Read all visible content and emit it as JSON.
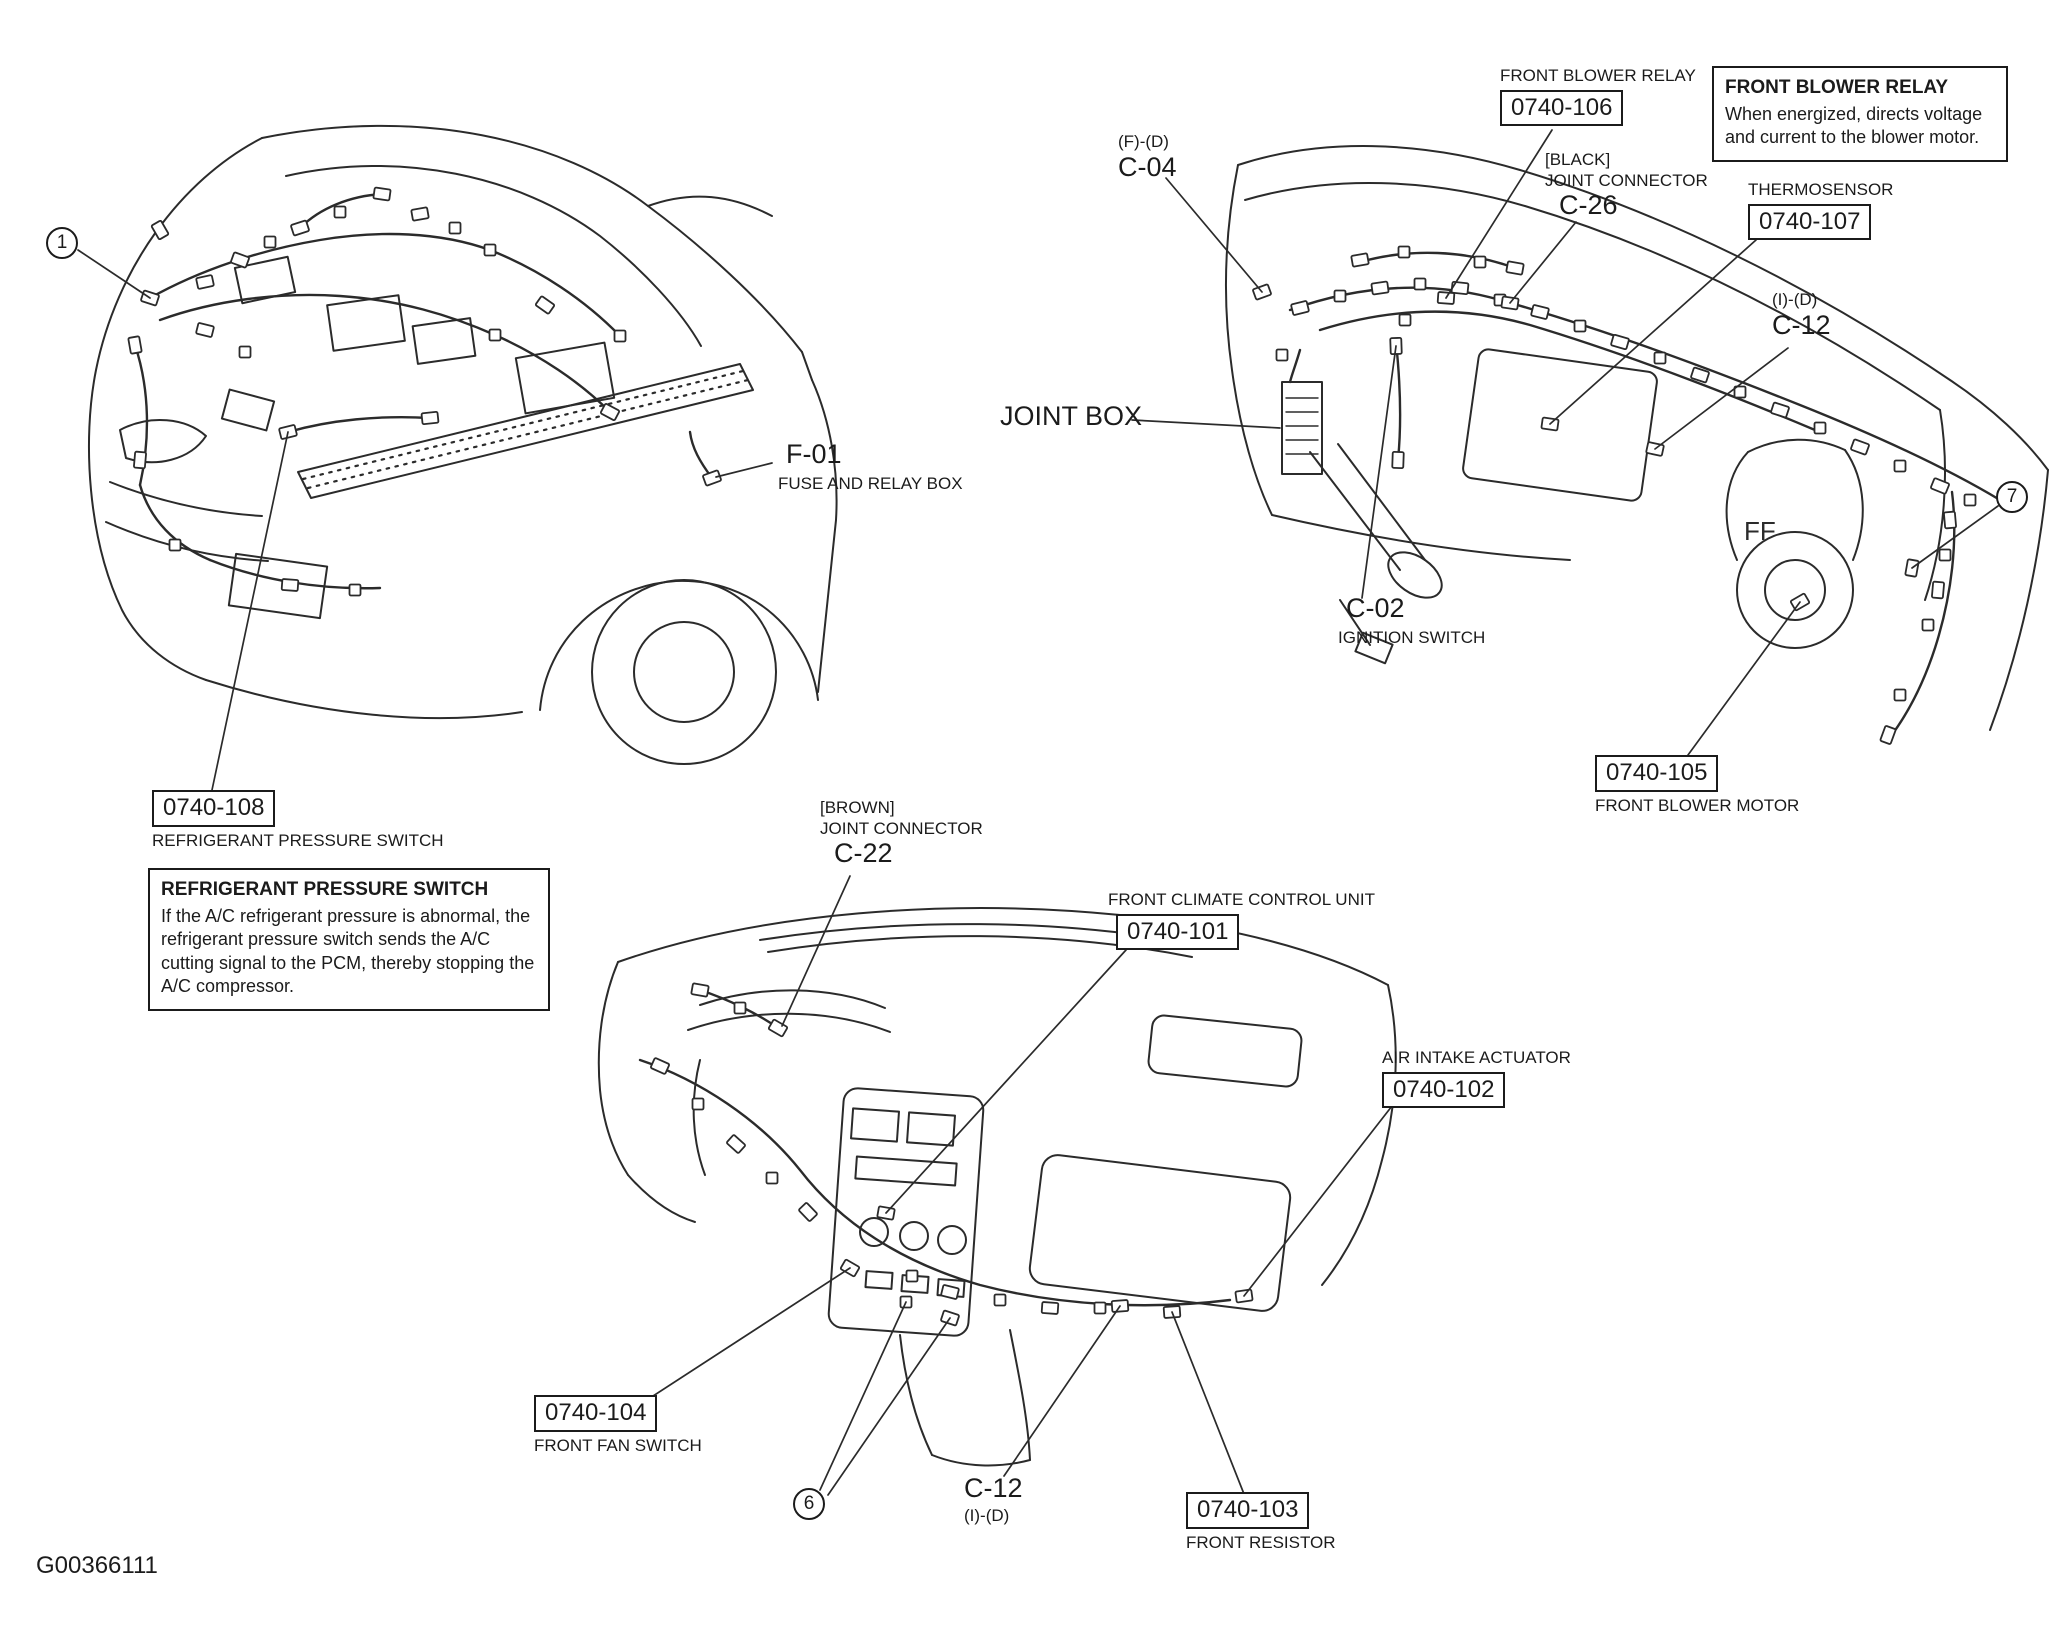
{
  "figure_id": "G00366111",
  "colors": {
    "ink": "#2b2b2b",
    "paper": "#ffffff"
  },
  "notes": {
    "refrigerant": {
      "title": "REFRIGERANT PRESSURE SWITCH",
      "body": "If the A/C refrigerant pressure is abnormal, the refrigerant pressure switch sends the A/C cutting signal to the PCM, thereby stopping the A/C compressor."
    },
    "blower": {
      "title": "FRONT BLOWER RELAY",
      "body": "When energized, directs voltage and current to the blower motor."
    }
  },
  "callouts": {
    "circle1": "1",
    "circle6": "6",
    "circle7": "7",
    "f01": {
      "code": "F-01",
      "caption": "FUSE AND RELAY BOX"
    },
    "p108": {
      "code": "0740-108",
      "caption": "REFRIGERANT PRESSURE SWITCH"
    },
    "p106": {
      "label": "FRONT BLOWER RELAY",
      "code": "0740-106"
    },
    "c04": {
      "prefix": "(F)-(D)",
      "code": "C-04"
    },
    "c26": {
      "prefix": "[BLACK]",
      "label": "JOINT CONNECTOR",
      "code": "C-26"
    },
    "p107": {
      "label": "THERMOSENSOR",
      "code": "0740-107"
    },
    "c12r": {
      "prefix": "(I)-(D)",
      "code": "C-12"
    },
    "jointbox": {
      "label": "JOINT BOX"
    },
    "c02": {
      "code": "C-02",
      "caption": "IGNITION SWITCH"
    },
    "p105": {
      "code": "0740-105",
      "caption": "FRONT BLOWER MOTOR"
    },
    "c22": {
      "prefix": "[BROWN]",
      "label": "JOINT CONNECTOR",
      "code": "C-22"
    },
    "p101": {
      "label": "FRONT CLIMATE CONTROL UNIT",
      "code": "0740-101"
    },
    "p102": {
      "label": "AIR INTAKE ACTUATOR",
      "code": "0740-102"
    },
    "p104": {
      "code": "0740-104",
      "caption": "FRONT FAN SWITCH"
    },
    "c12b": {
      "code": "C-12",
      "suffix": "(I)-(D)"
    },
    "p103": {
      "code": "0740-103",
      "caption": "FRONT RESISTOR"
    }
  },
  "drawing_marks": {
    "blower_mark": "FF"
  }
}
